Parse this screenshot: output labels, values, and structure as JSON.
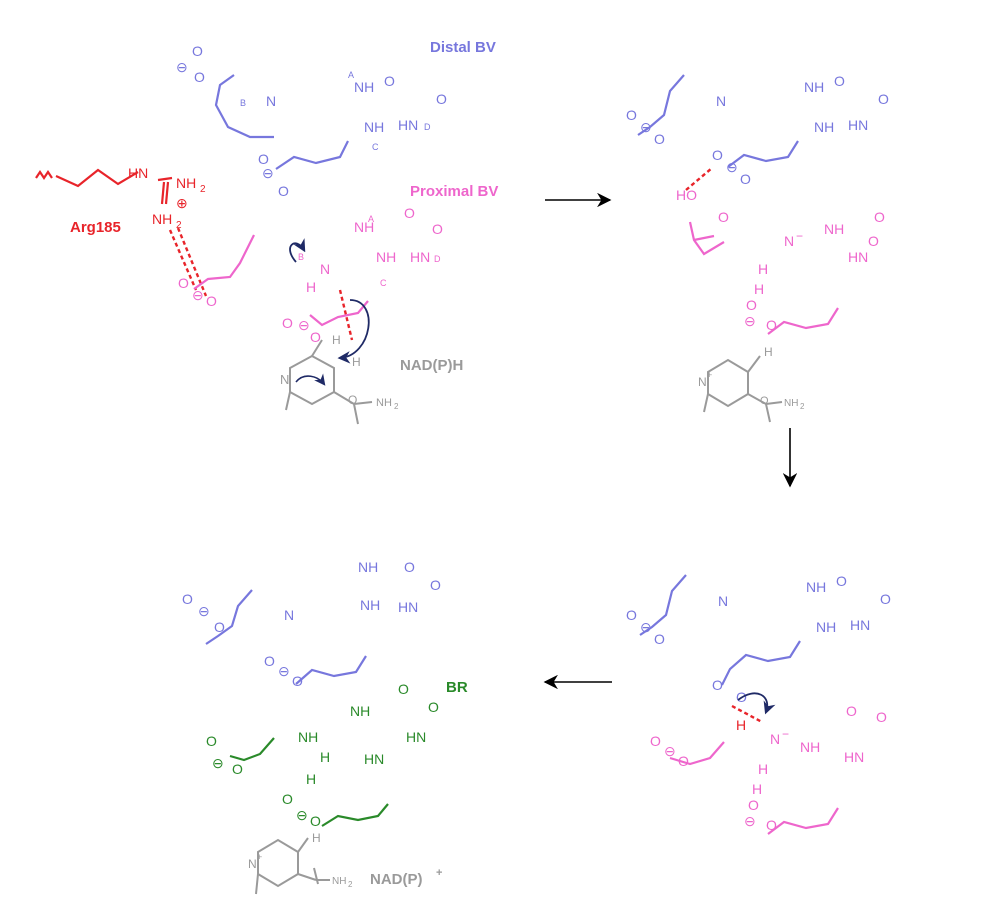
{
  "colors": {
    "distal": "#7777dd",
    "proximal": "#ee66cc",
    "arg": "#e8242a",
    "br": "#2a8a2a",
    "nad": "#9a9a9a",
    "arrow": "#000000",
    "curly": "#1f2a66"
  },
  "labels": {
    "distal_bv": "Distal BV",
    "proximal_bv": "Proximal BV",
    "arg185": "Arg185",
    "nadph": "NAD(P)H",
    "nadp_plus": "NAD(P)",
    "nadp_plus_sup": "+",
    "br": "BR"
  },
  "atoms": {
    "O": "O",
    "N": "N",
    "NH": "NH",
    "HN": "HN",
    "H": "H",
    "NH2": "NH",
    "NH2_sub": "2",
    "HO": "HO",
    "N_minus": "N",
    "minus": "−",
    "plus": "+",
    "conh2": "NH",
    "ring_A": "A",
    "ring_B": "B",
    "ring_C": "C",
    "ring_D": "D",
    "neg": "⊖",
    "pos": "⊕"
  }
}
